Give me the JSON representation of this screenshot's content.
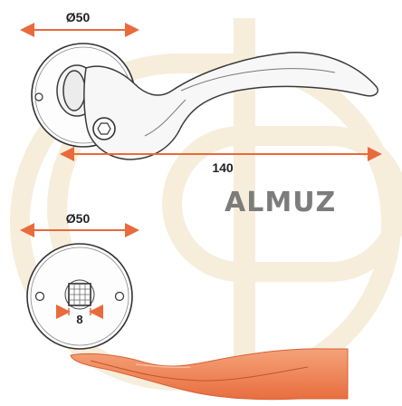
{
  "brand": {
    "name": "ALMUZ",
    "accent_color": "#e05a2b",
    "text_color": "#7c7c7c"
  },
  "dimensions": {
    "rosette_top_diameter": "Ø50",
    "lever_length": "140",
    "rosette_bottom_diameter": "Ø50",
    "key_hole_width": "8"
  },
  "colors": {
    "dimension_arrow": "#e96a3c",
    "watermark": "#f3e3c6",
    "hand": "#f08a57",
    "sketch_stroke": "#3a3a3a"
  }
}
